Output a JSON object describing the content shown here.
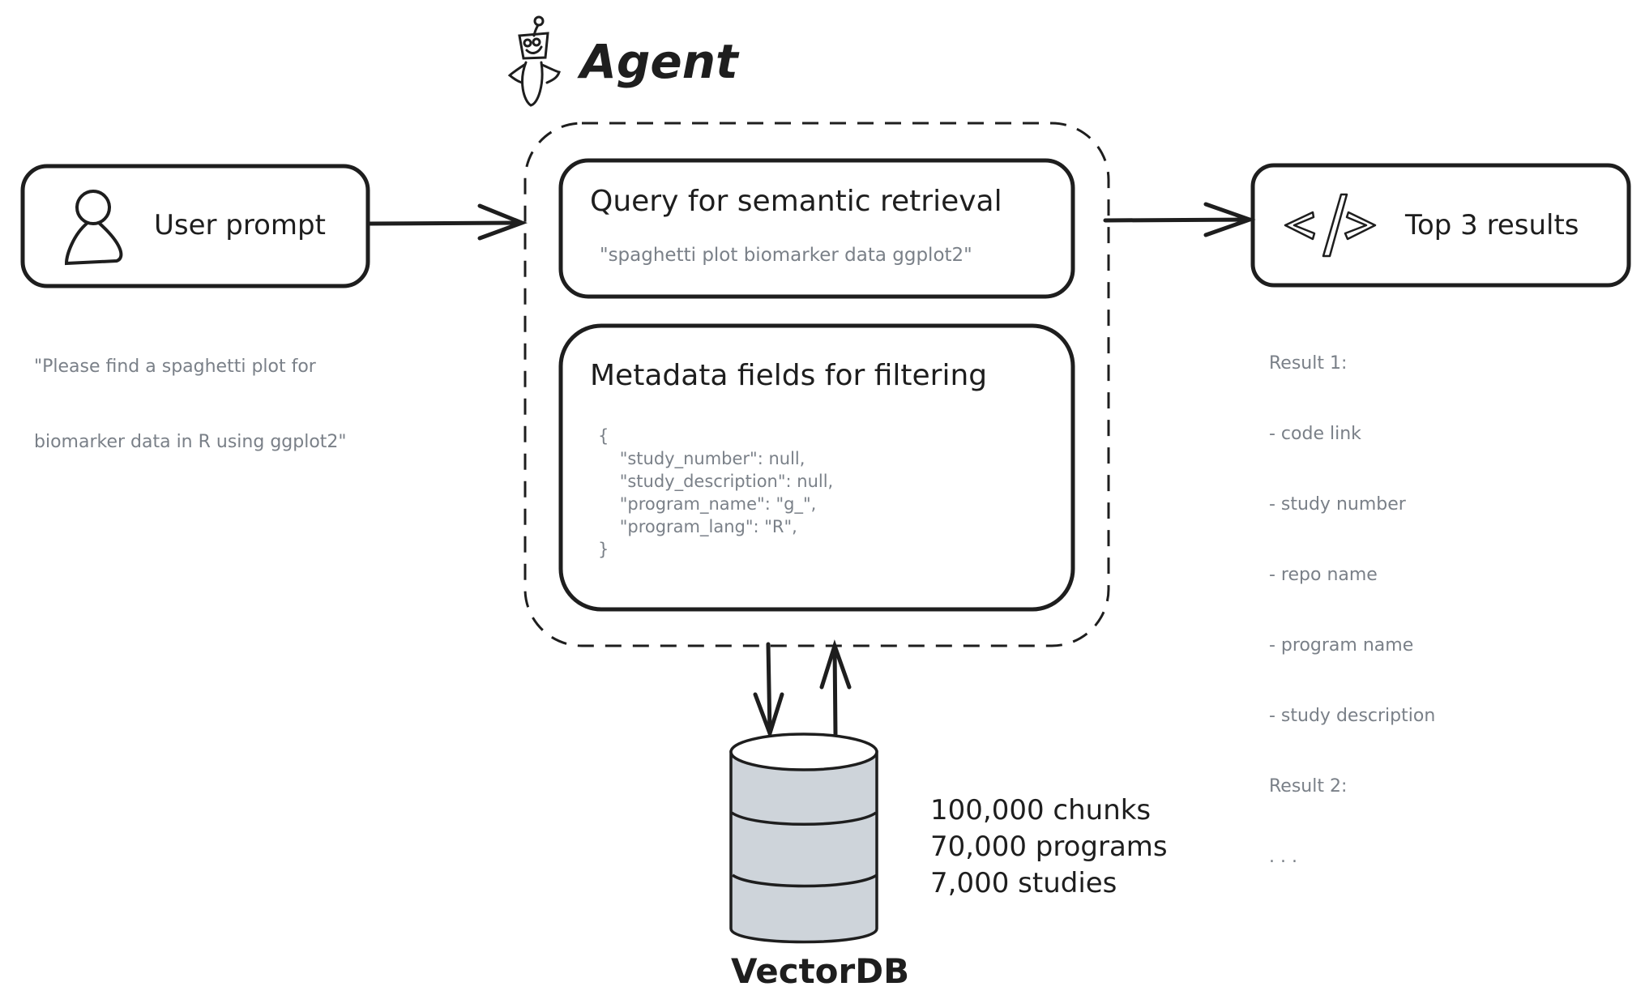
{
  "agent": {
    "title": "Agent",
    "icon": "robot-icon"
  },
  "user_prompt": {
    "label": "User prompt",
    "icon": "user-icon",
    "note_lines": [
      "\"Please find a spaghetti plot for",
      "biomarker data in R using ggplot2\""
    ]
  },
  "query_box": {
    "title": "Query for semantic retrieval",
    "query": "\"spaghetti plot biomarker data ggplot2\""
  },
  "metadata_box": {
    "title": "Metadata fields for filtering",
    "code_lines": [
      "{",
      "    \"study_number\": null,",
      "    \"study_description\": null,",
      "    \"program_name\": \"g_\",",
      "    \"program_lang\": \"R\",",
      "}"
    ]
  },
  "results": {
    "label": "Top 3 results",
    "icon": "code-icon",
    "note_lines": [
      "Result 1:",
      "- code link",
      "- study number",
      "- repo name",
      "- program name",
      "- study description",
      "Result 2:",
      ". . ."
    ]
  },
  "vectordb": {
    "label": "VectorDB",
    "icon": "database-icon",
    "stats": [
      "100,000 chunks",
      "70,000 programs",
      "7,000 studies"
    ]
  },
  "colors": {
    "stroke": "#1e1e1e",
    "note_gray": "#7a8088",
    "db_fill": "#ced4da"
  }
}
